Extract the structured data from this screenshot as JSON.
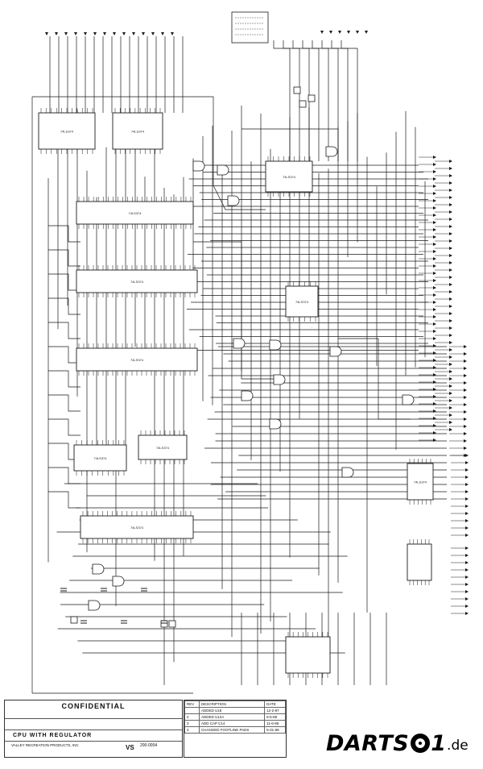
{
  "title_block": {
    "confidential": "CONFIDENTIAL",
    "drawing_title": "CPU WITH REGULATOR",
    "company": "VALLEY RECREATION PRODUCTS, INC",
    "dwg_code": "VS",
    "dwg_number": "200-0004"
  },
  "revision_table": {
    "headers": [
      "REV",
      "DESCRIPTION",
      "DATE"
    ],
    "rows": [
      [
        "",
        "ADDED U18",
        "12-2-87"
      ],
      [
        "2",
        "ADDED U12A",
        "6-5-88"
      ],
      [
        "3",
        "ADD CAP C14",
        "11-6-88"
      ],
      [
        "4",
        "CHANGED FOOTLINE PADS",
        "5-31-89"
      ]
    ]
  },
  "chip_labels": [
    "74LS374",
    "74LS374",
    "74LS374",
    "74LS374",
    "74LS374",
    "74LS374",
    "74LS374",
    "74LS374",
    "74LS374",
    "74LS374",
    "74LS374"
  ],
  "watermark": {
    "word": "DARTS",
    "one": "1",
    "tld": ".de"
  },
  "colors": {
    "ink": "#1a1a1a",
    "paper": "#ffffff"
  }
}
